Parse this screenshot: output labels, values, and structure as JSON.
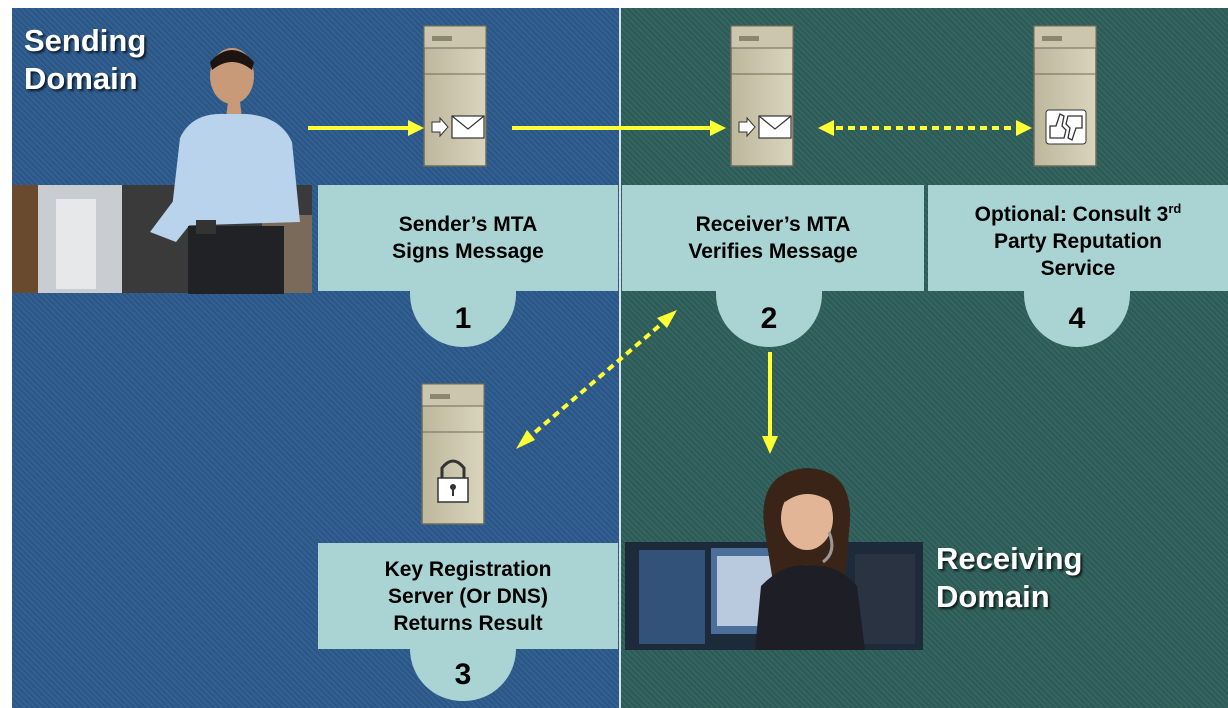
{
  "domains": {
    "sending": "Sending\nDomain",
    "receiving": "Receiving\nDomain"
  },
  "steps": [
    {
      "number": "1",
      "line1": "Sender’s MTA",
      "line2": "Signs Message"
    },
    {
      "number": "2",
      "line1": "Receiver’s MTA",
      "line2": "Verifies Message"
    },
    {
      "number": "3",
      "line1": "Key Registration",
      "line2": "Server (Or DNS)",
      "line3": "Returns Result"
    },
    {
      "number": "4",
      "line1_prefix": "Optional: Consult 3",
      "line1_sup": "rd",
      "line2": "Party Reputation",
      "line3": "Service"
    }
  ],
  "icons": {
    "server_sender": "envelope-server-icon",
    "server_receiver": "envelope-server-icon",
    "server_reputation": "thumbs-server-icon",
    "server_key": "padlock-server-icon"
  },
  "colors": {
    "sending_panel": "#2c5a8c",
    "receiving_panel": "#2e5e59",
    "step_box": "#a9d4d3",
    "arrow": "#ffff33"
  }
}
